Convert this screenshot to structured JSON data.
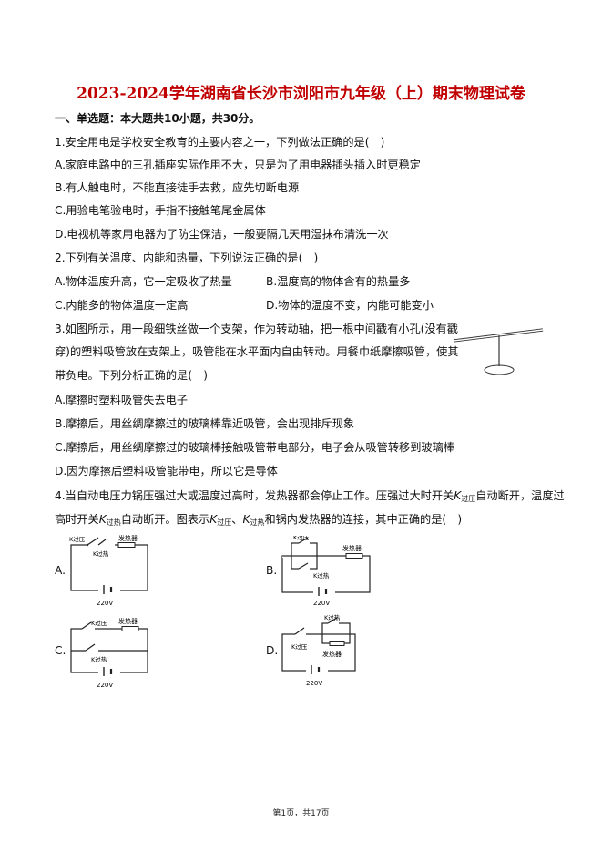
{
  "title": "2023-2024学年湖南省长沙市浏阳市九年级（上）期末物理试卷",
  "section_header": "一、单选题：本大题共10小题，共30分。",
  "questions": {
    "q1": {
      "stem": "1.安全用电是学校安全教育的主要内容之一，下列做法正确的是(　)",
      "A": "A.家庭电路中的三孔插座实际作用不大，只是为了用电器插头插入时更稳定",
      "B": "B.有人触电时，不能直接徒手去救，应先切断电源",
      "C": "C.用验电笔验电时，手指不接触笔尾金属体",
      "D": "D.电视机等家用电器为了防尘保洁，一般要隔几天用湿抹布清洗一次"
    },
    "q2": {
      "stem": "2.下列有关温度、内能和热量，下列说法正确的是(　)",
      "A": "A.物体温度升高，它一定吸收了热量",
      "B": "B.温度高的物体含有的热量多",
      "C": "C.内能多的物体温度一定高",
      "D": "D.物体的温度不变，内能可能变小"
    },
    "q3": {
      "stem1": "3.如图所示，用一段细铁丝做一个支架，作为转动轴，把一根中间戳有小孔(没有戳",
      "stem2": "穿)的塑料吸管放在支架上，吸管能在水平面内自由转动。用餐巾纸摩擦吸管，使其",
      "stem3": "带负电。下列分析正确的是(　)",
      "A": "A.摩擦时塑料吸管失去电子",
      "B": "B.摩擦后，用丝绸摩擦过的玻璃棒靠近吸管，会出现排斥现象",
      "C": "C.摩擦后，用丝绸摩擦过的玻璃棒接触吸管带电部分，电子会从吸管转移到玻璃棒",
      "D": "D.因为摩擦后塑料吸管能带电，所以它是导体"
    },
    "q4": {
      "stem1_a": "4.当自动电压力锅压强过大或温度过高时，发热器都会停止工作。压强过大时开关",
      "stem1_b": "自动断开，温度过",
      "stem2_a": "高时开关",
      "stem2_b": "自动断开。图表示",
      "stem2_c": "、",
      "stem2_d": "和锅内发热器的连接，其中正确的是(　)",
      "K": "K",
      "sub_pressure": "过压",
      "sub_heat": "过热",
      "options": [
        "A.",
        "B.",
        "C.",
        "D."
      ],
      "circuit": {
        "k_pressure": "K过压",
        "k_heat": "K过热",
        "heater": "发热器",
        "voltage": "220V"
      }
    }
  },
  "footer": "第1页，共17页"
}
